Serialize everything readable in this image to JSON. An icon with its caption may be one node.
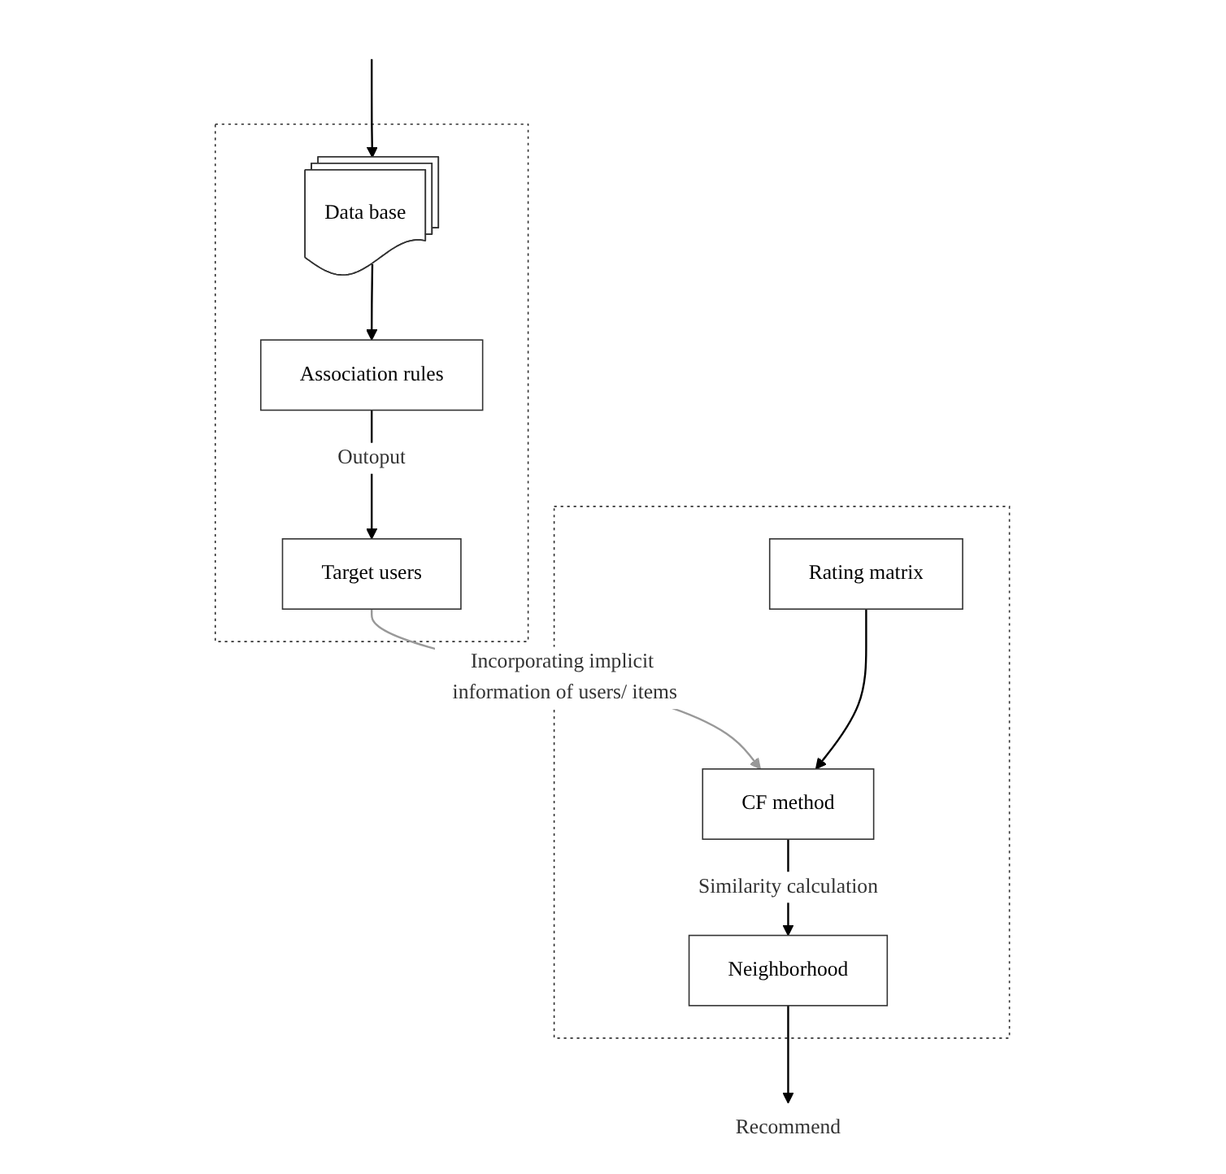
{
  "diagram": {
    "nodes": [
      {
        "text": [],
        "shape": "box"
      },
      {
        "text": [
          "Data base"
        ],
        "in": 0
      },
      {
        "text": [
          "Association rules"
        ],
        "in": 0
      },
      {
        "text": [
          "Target users"
        ],
        "in": 0
      },
      {
        "text": [],
        "shape": "box"
      },
      {
        "text": [
          "Rating matrix"
        ],
        "in": 4
      },
      {
        "text": [
          "CF method"
        ],
        "in": 4
      },
      {
        "text": [
          "Neighborhood"
        ],
        "in": 4
      },
      {
        "text": [
          "Recommend"
        ]
      }
    ],
    "edges": [
      {
        "from": null,
        "to": 1,
        "arrow": "to"
      },
      {
        "from": 1,
        "to": 2,
        "arrow": "to"
      },
      {
        "from": 2,
        "to": 3,
        "arrow": "to",
        "label": "Outoput"
      },
      {
        "from": 3,
        "to": 6,
        "arrow": "to",
        "label": "Incorporating implicit information of users/ items",
        "color": "#999999"
      },
      {
        "from": 5,
        "to": 6,
        "arrow": "to"
      },
      {
        "from": 6,
        "to": 7,
        "arrow": "to",
        "label": "Similarity calculation"
      },
      {
        "from": 7,
        "to": 8,
        "arrow": "to"
      }
    ]
  }
}
